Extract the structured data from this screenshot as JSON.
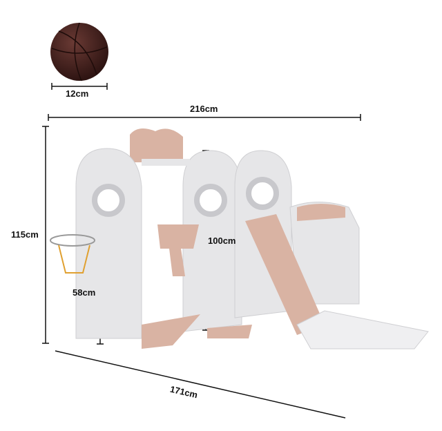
{
  "product": {
    "ball_diameter": "12cm",
    "total_length": "216cm",
    "total_height": "115cm",
    "swing_height": "100cm",
    "hoop_height": "58cm",
    "depth": "171cm"
  },
  "colors": {
    "ball": "#4a2420",
    "frame": "#e8e8ea",
    "accent": "#d9b3a3",
    "line": "#111111"
  }
}
